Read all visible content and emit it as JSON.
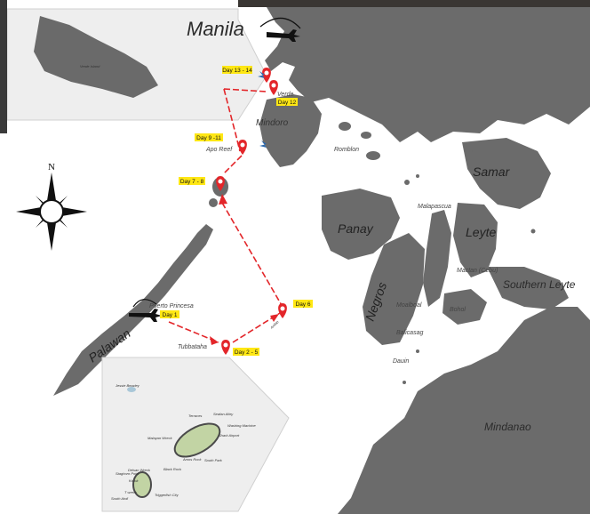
{
  "city": {
    "manila": "Manila"
  },
  "islands": {
    "mindoro": "Mindoro",
    "palawan": "Palawan",
    "panay": "Panay",
    "negros": "Negros",
    "samar": "Samar",
    "leyte": "Leyte",
    "southern_leyte": "Southern Leyte",
    "mindanao": "Mindanao",
    "romblon": "Romblon",
    "malapascua": "Malapascua",
    "mactan": "Mactan (Cebu)",
    "bohol": "Bohol",
    "moalboal": "Moalboal",
    "balicasag": "Balicasag",
    "dauin": "Dauin"
  },
  "places": {
    "verde": "Verde",
    "apo_reef": "Apo Reef",
    "puerto_princesa": "Puerto Princesa",
    "tubbataha": "Tubbataha",
    "anilao": "Anilao"
  },
  "days": {
    "d1": "Day 1",
    "d2_5": "Day 2 - 5",
    "d6": "Day 6",
    "d7_8": "Day 7 - 8",
    "d9_11": "Day 9 -11",
    "d12": "Day 12",
    "d13_14": "Day 13 - 14"
  },
  "compass": {
    "north": "N"
  },
  "inset_verde": {
    "title": "Verde Island"
  },
  "inset_tubbataha": {
    "labels": [
      "Jessie Beazley",
      "Terraces",
      "Seafan Alley",
      "Washing Machine",
      "Malayan Wreck",
      "Shark Airport",
      "Amos Rock",
      "South Park",
      "Black Rock",
      "Delsan Wreck",
      "Staghorn Point",
      "Ko-ok",
      "T wreck",
      "South Atoll",
      "Triggerfish City"
    ]
  },
  "colors": {
    "land": "#6e6e6e",
    "inset_bg": "#eeeeee",
    "route": "#e3262a",
    "day_tag": "#ffe714",
    "pin": "#e3262a"
  }
}
